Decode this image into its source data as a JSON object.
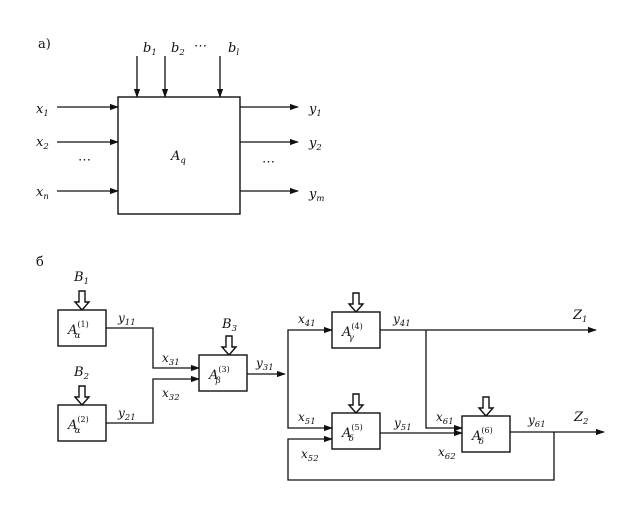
{
  "panel_a": {
    "label": "a)",
    "block": {
      "name": "A",
      "sub": "q"
    },
    "top_inputs": [
      {
        "name": "b",
        "sub": "1"
      },
      {
        "name": "b",
        "sub": "2"
      },
      {
        "name": "b",
        "sub": "l"
      }
    ],
    "top_ellipsis": "⋯",
    "left_inputs": [
      {
        "name": "x",
        "sub": "1"
      },
      {
        "name": "x",
        "sub": "2"
      },
      {
        "name": "x",
        "sub": "n"
      }
    ],
    "left_ellipsis": "⋯",
    "right_outputs": [
      {
        "name": "y",
        "sub": "1"
      },
      {
        "name": "y",
        "sub": "2"
      },
      {
        "name": "y",
        "sub": "m"
      }
    ],
    "right_ellipsis": "⋯"
  },
  "panel_b": {
    "label": "б",
    "blocks": [
      {
        "id": "a1",
        "name": "A",
        "sub": "α",
        "sup": "(1)"
      },
      {
        "id": "a2",
        "name": "A",
        "sub": "α",
        "sup": "(2)"
      },
      {
        "id": "a3",
        "name": "A",
        "sub": "β",
        "sup": "(3)"
      },
      {
        "id": "a4",
        "name": "A",
        "sub": "γ",
        "sup": "(4)"
      },
      {
        "id": "a5",
        "name": "A",
        "sub": "δ",
        "sup": "(5)"
      },
      {
        "id": "a6",
        "name": "A",
        "sub": "δ",
        "sup": "(6)"
      }
    ],
    "control_labels": [
      {
        "id": "B1",
        "name": "B",
        "sub": "1"
      },
      {
        "id": "B2",
        "name": "B",
        "sub": "2"
      },
      {
        "id": "B3",
        "name": "B",
        "sub": "3"
      }
    ],
    "signal_labels": [
      {
        "id": "y11",
        "name": "y",
        "sub": "11"
      },
      {
        "id": "y21",
        "name": "y",
        "sub": "21"
      },
      {
        "id": "x31",
        "name": "x",
        "sub": "31"
      },
      {
        "id": "x32",
        "name": "x",
        "sub": "32"
      },
      {
        "id": "y31",
        "name": "y",
        "sub": "31"
      },
      {
        "id": "x41",
        "name": "x",
        "sub": "41"
      },
      {
        "id": "y41",
        "name": "y",
        "sub": "41"
      },
      {
        "id": "x51",
        "name": "x",
        "sub": "51"
      },
      {
        "id": "y51",
        "name": "y",
        "sub": "51"
      },
      {
        "id": "x52",
        "name": "x",
        "sub": "52"
      },
      {
        "id": "x61",
        "name": "x",
        "sub": "61"
      },
      {
        "id": "x62",
        "name": "x",
        "sub": "62"
      },
      {
        "id": "y61",
        "name": "y",
        "sub": "61"
      }
    ],
    "outputs": [
      {
        "id": "Z1",
        "name": "Z",
        "sub": "1"
      },
      {
        "id": "Z2",
        "name": "Z",
        "sub": "2"
      }
    ]
  }
}
